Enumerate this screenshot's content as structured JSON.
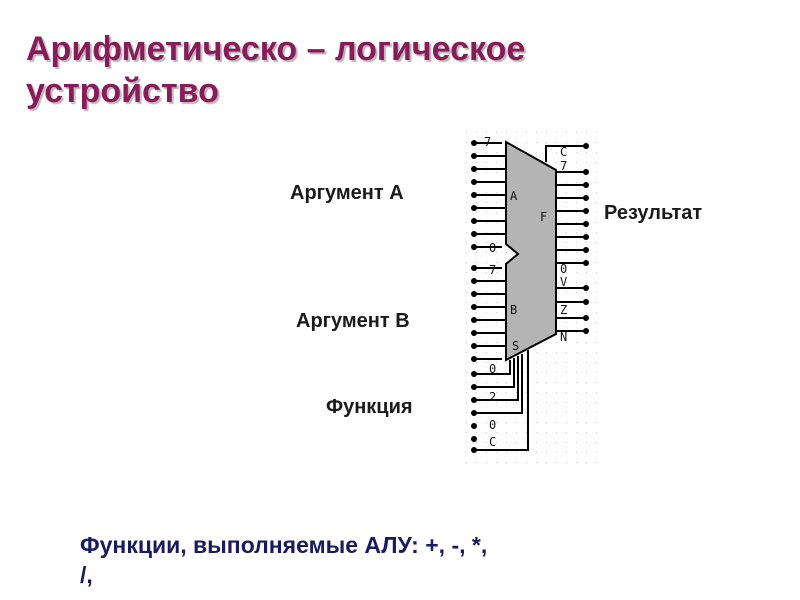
{
  "title": {
    "line1": "Арифметическо – логическое",
    "line2": "устройство"
  },
  "labels": {
    "argument_a": "Аргумент А",
    "argument_b": "Аргумент В",
    "function": "Функция",
    "result": "Результат"
  },
  "chip": {
    "input_a": "A",
    "input_b": "B",
    "select": "S",
    "output": "F",
    "pin_7_a": "7",
    "pin_0_a": "0",
    "pin_7_b": "7",
    "pin_0_s": "0",
    "pin_2_s": "2",
    "pin_0_c": "0",
    "pin_c_in": "C",
    "pin_c_out": "C",
    "pin_7_f": "7",
    "pin_0_f": "0",
    "pin_v": "V",
    "pin_z": "Z",
    "pin_n": "N"
  },
  "footer": {
    "line1": "Функции, выполняемые АЛУ: +, -, *,",
    "line2": "/,"
  },
  "colors": {
    "title": "#8b1a5a",
    "chip_fill": "#b4b4b4",
    "footer": "#1a1a60"
  }
}
